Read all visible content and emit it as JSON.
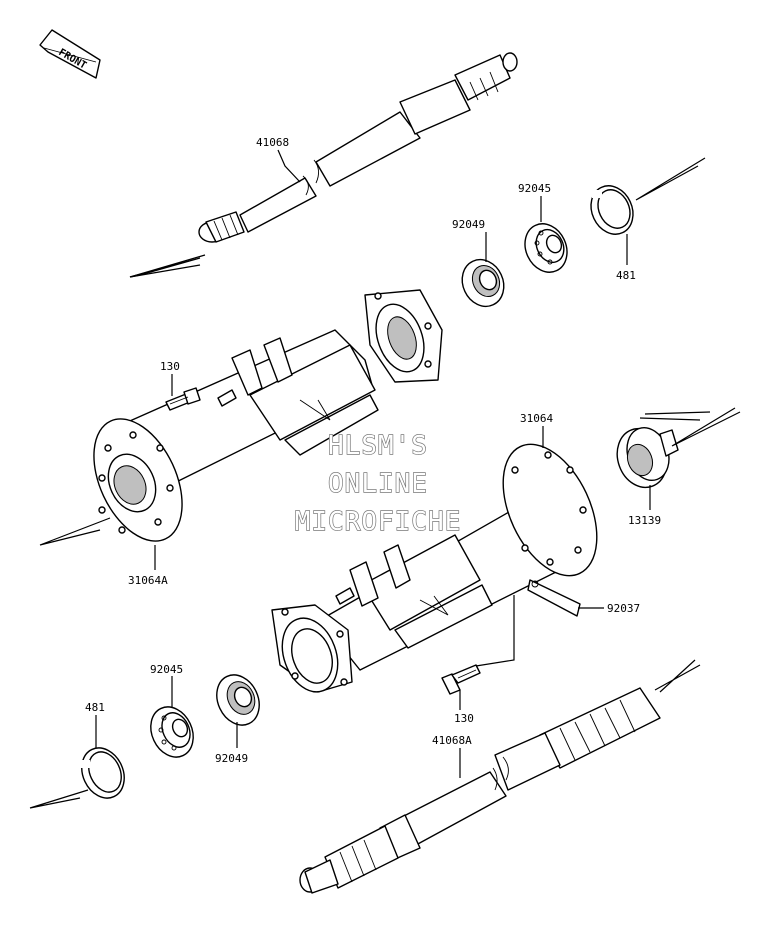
{
  "front_tag": "FRONT",
  "watermark": [
    "HLSM'S",
    "ONLINE",
    "MICROFICHE"
  ],
  "labels": {
    "p41068": "41068",
    "p92045_top": "92045",
    "p92049_top": "92049",
    "p481_top": "481",
    "p130_top": "130",
    "p31064": "31064",
    "p13139": "13139",
    "p31064A": "31064A",
    "p92037": "92037",
    "p92045_bot": "92045",
    "p481_bot": "481",
    "p92049_bot": "92049",
    "p130_bot": "130",
    "p41068A": "41068A"
  }
}
